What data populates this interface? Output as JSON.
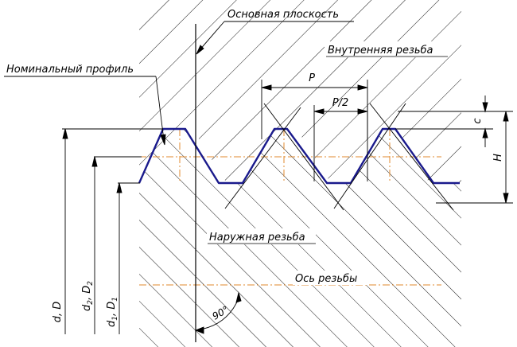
{
  "labels": {
    "base_plane": "Основная плоскость",
    "internal_thread": "Внутренняя резьба",
    "nominal_profile": "Номинальный профиль",
    "external_thread": "Наружная резьба",
    "thread_axis": "Ось резьбы",
    "pitch": "P",
    "half_pitch": "P/2",
    "truncation": "c",
    "height": "H",
    "angle": "90°"
  },
  "diameters": {
    "major": {
      "text": "d, D"
    },
    "pitch": {
      "base": "d",
      "sub": "2",
      "sep": ", ",
      "base2": "D",
      "sub2": "2"
    },
    "minor": {
      "base": "d",
      "sub": "1",
      "sep": ", ",
      "base2": "D",
      "sub2": "1"
    }
  },
  "colors": {
    "profile": "#1a1a8c",
    "center_lines": "#e08a2c",
    "hatch": "#000000"
  }
}
